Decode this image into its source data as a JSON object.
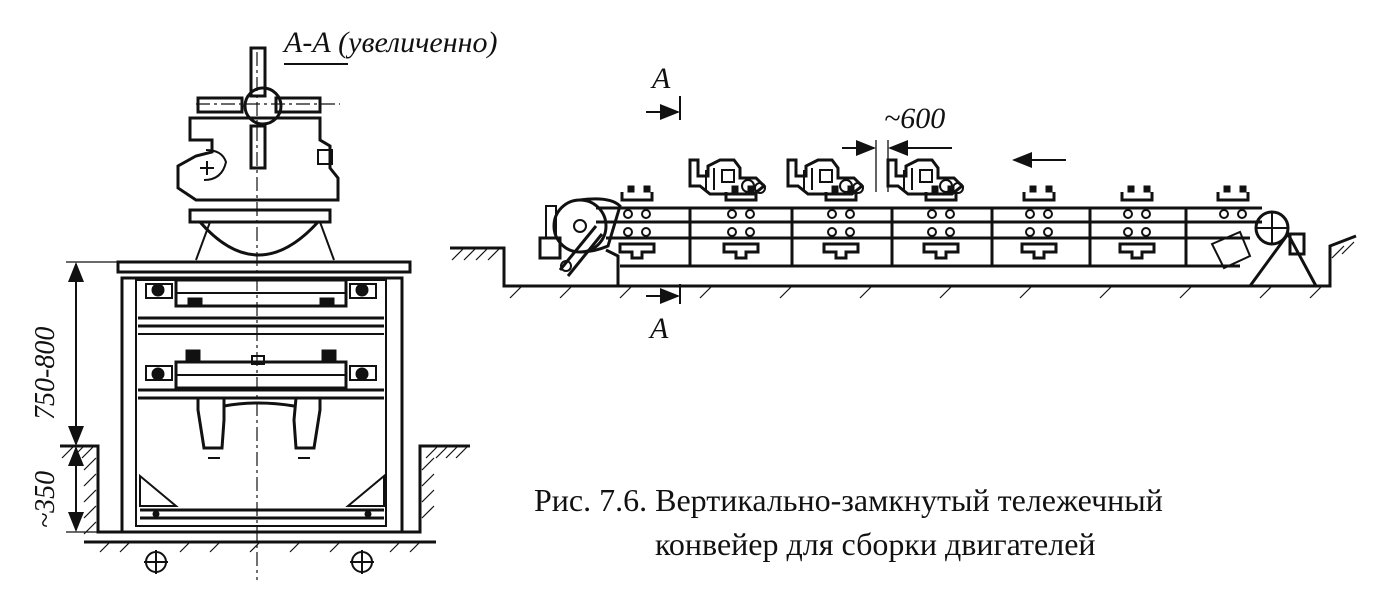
{
  "section_view": {
    "title": "А-А (увеличенно)",
    "dim_height_upper": "750-800",
    "dim_height_lower": "~350"
  },
  "conveyor_view": {
    "section_mark_top": "А",
    "section_mark_bottom": "А",
    "pitch_dim": "~600"
  },
  "caption": {
    "line1": "Рис. 7.6. Вертикально-замкнутый тележечный",
    "line2": "конвейер для сборки двигателей"
  }
}
